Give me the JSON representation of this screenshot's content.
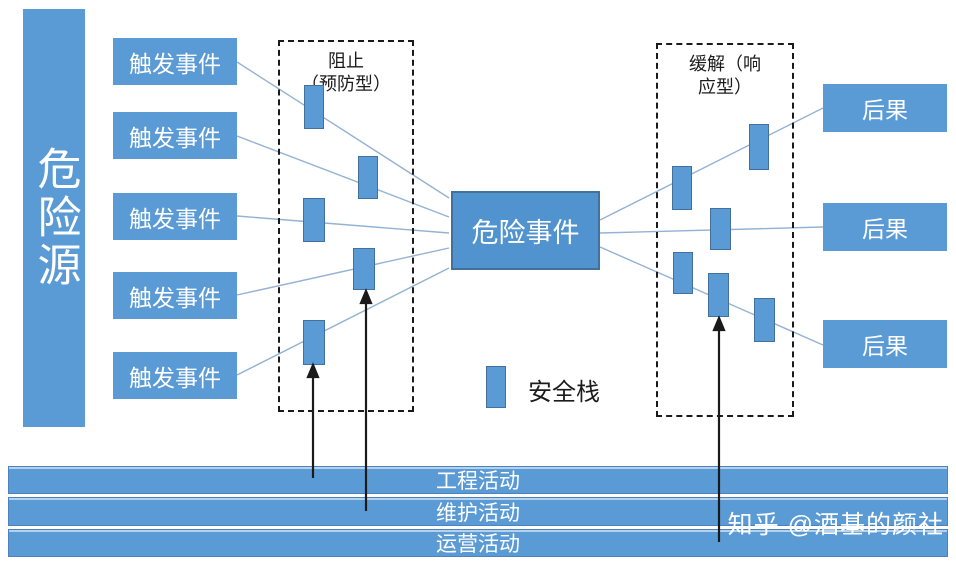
{
  "diagram": {
    "hazard_source": {
      "label": "危险源"
    },
    "triggers": [
      {
        "label": "触发事件"
      },
      {
        "label": "触发事件"
      },
      {
        "label": "触发事件"
      },
      {
        "label": "触发事件"
      },
      {
        "label": "触发事件"
      }
    ],
    "prevention_box": {
      "line1": "阻止",
      "line2": "（预防型）"
    },
    "central_event": {
      "label": "危险事件"
    },
    "mitigation_box": {
      "line1": "缓解（响",
      "line2": "应型）"
    },
    "consequences": [
      {
        "label": "后果"
      },
      {
        "label": "后果"
      },
      {
        "label": "后果"
      }
    ],
    "legend": {
      "label": "安全栈"
    },
    "activity_bars": [
      {
        "label": "工程活动"
      },
      {
        "label": "维护活动"
      },
      {
        "label": "运营活动"
      }
    ],
    "watermark": "知乎 @酒基的颜社"
  },
  "colors": {
    "box_fill": "#5b9bd5",
    "event_fill": "#5093ce",
    "box_border": "#41719c",
    "connector_line": "#94b2d3",
    "arrow": "#1a1a1a",
    "dashed_border": "#1a1a1a",
    "text_on_blue": "#ffffff",
    "text_dark": "#1c1c1c"
  }
}
